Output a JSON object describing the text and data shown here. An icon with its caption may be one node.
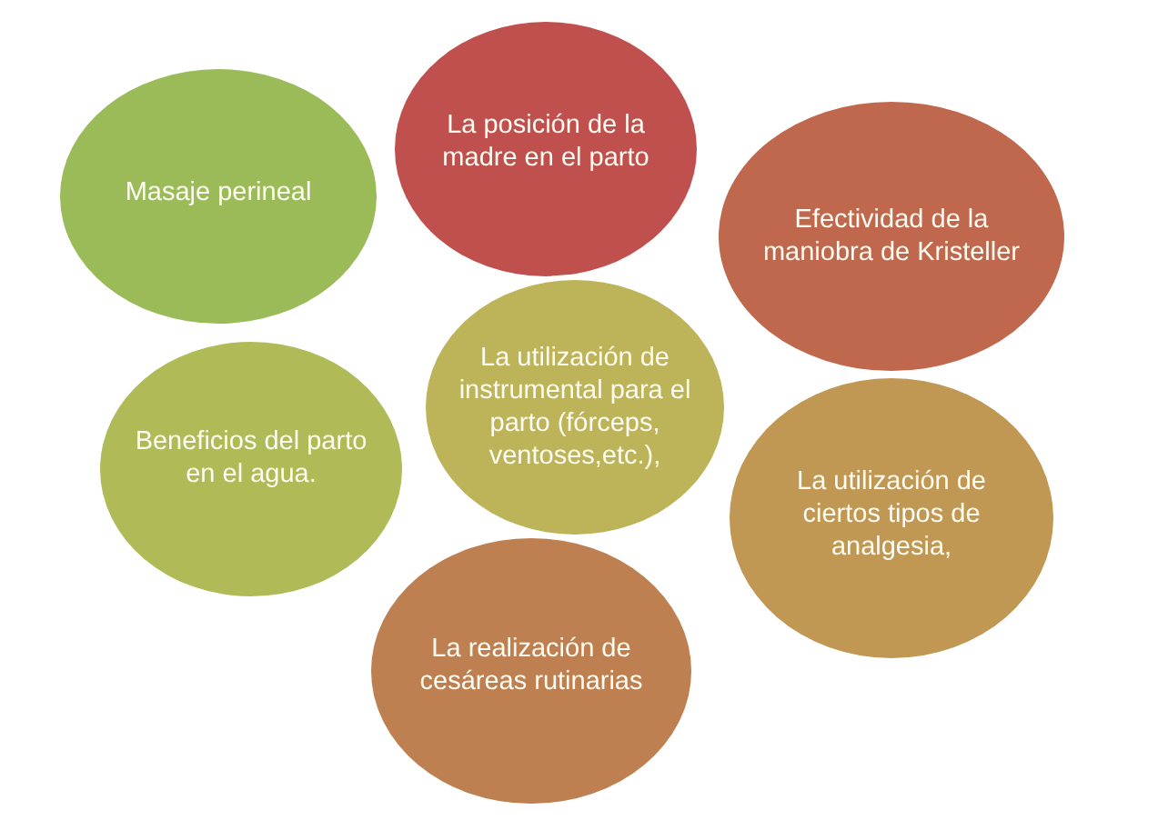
{
  "diagram": {
    "nodes": [
      {
        "text": [
          "Masaje perineal"
        ]
      },
      {
        "text": [
          "La posición de la madre en el parto"
        ]
      },
      {
        "text": [
          "Efectividad de la maniobra de Kristeller"
        ]
      },
      {
        "text": [
          "Beneficios del parto en el agua."
        ]
      },
      {
        "text": [
          "La utilización de instrumental para el parto (fórceps, ventoses,etc.),"
        ]
      },
      {
        "text": [
          "La utilización de ciertos tipos de analgesia,"
        ]
      },
      {
        "text": [
          "La realización de cesáreas rutinarias"
        ]
      }
    ]
  }
}
